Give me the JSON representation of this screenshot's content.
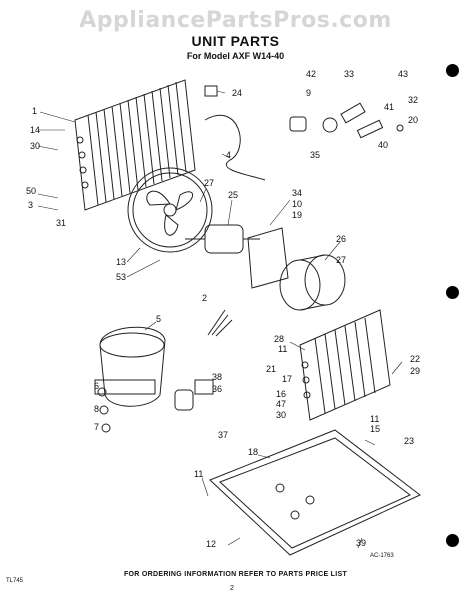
{
  "watermark": "AppliancePartsPros.com",
  "title": "UNIT PARTS",
  "subtitle": "For Model AXF W14-40",
  "footer": "FOR ORDERING INFORMATION REFER TO PARTS PRICE LIST",
  "page_number": "2",
  "corner_code": "TL745",
  "ref_code": "AC-1763",
  "callouts": [
    "1",
    "14",
    "30",
    "50",
    "3",
    "31",
    "24",
    "4",
    "27",
    "25",
    "13",
    "53",
    "34",
    "10",
    "19",
    "26",
    "27",
    "2",
    "5",
    "28",
    "11",
    "21",
    "17",
    "16",
    "47",
    "30",
    "22",
    "29",
    "6",
    "8",
    "7",
    "38",
    "36",
    "37",
    "11",
    "15",
    "23",
    "18",
    "11",
    "12",
    "39",
    "42",
    "33",
    "43",
    "9",
    "41",
    "32",
    "20",
    "35",
    "40"
  ]
}
